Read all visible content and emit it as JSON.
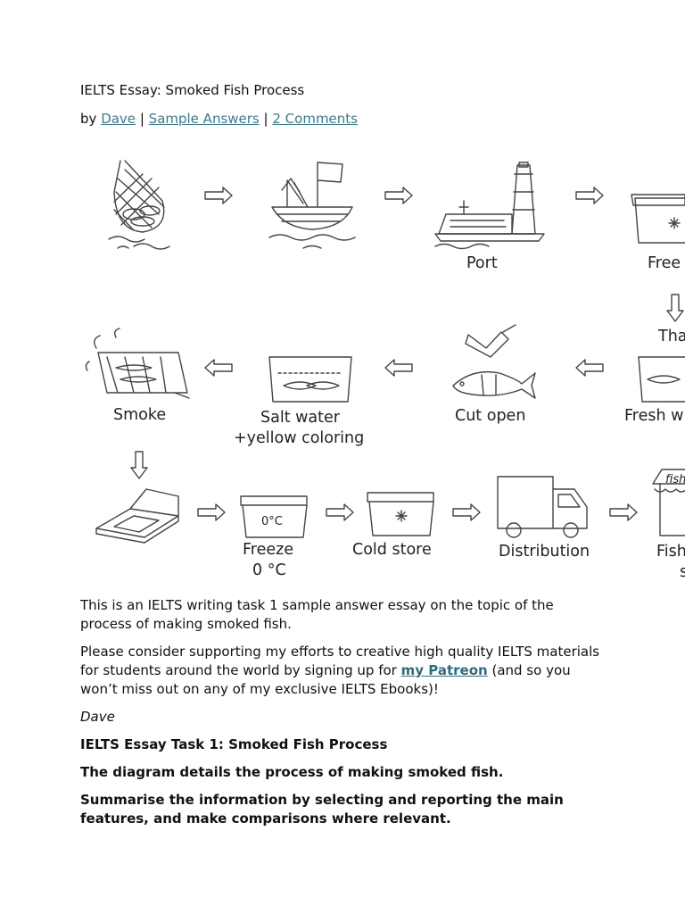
{
  "article": {
    "title": "IELTS Essay: Smoked Fish Process",
    "byline": {
      "by": "by",
      "author": "Dave",
      "sep1": "|",
      "category": "Sample Answers",
      "sep2": "|",
      "comments": "2 Comments"
    }
  },
  "diagram": {
    "labels": {
      "port": "Port",
      "freeze_top": "Free",
      "thaw": "Tha",
      "smoke": "Smoke",
      "salt_water_1": "Salt water",
      "salt_water_2": "+yellow coloring",
      "cut_open": "Cut open",
      "fresh_water": "Fresh w",
      "freeze_1": "Freeze",
      "freeze_2": "0 °C",
      "cold_store": "Cold store",
      "distribution": "Distribution",
      "fish_shop_1": "Fish",
      "fish_shop_2": "s",
      "box_temp": "0°C",
      "shop_sign": "fish"
    }
  },
  "body": {
    "intro": "This is an IELTS writing task 1 sample answer essay on the topic of the process of making smoked fish.",
    "support_before": "Please consider supporting my efforts to creative high quality IELTS materials for students around the world by signing up for ",
    "support_link": "my Patreon",
    "support_after": " (and so you won’t miss out on any of my exclusive IELTS Ebooks)!",
    "signature": "Dave",
    "task_heading": "IELTS Essay Task 1: Smoked Fish Process",
    "task_desc": "The diagram details the process of making smoked fish.",
    "task_instruction": "Summarise the information by selecting and reporting the main features, and make comparisons where relevant."
  },
  "colors": {
    "link": "#3e7a8a",
    "text": "#111111",
    "drawing": "#444444"
  }
}
